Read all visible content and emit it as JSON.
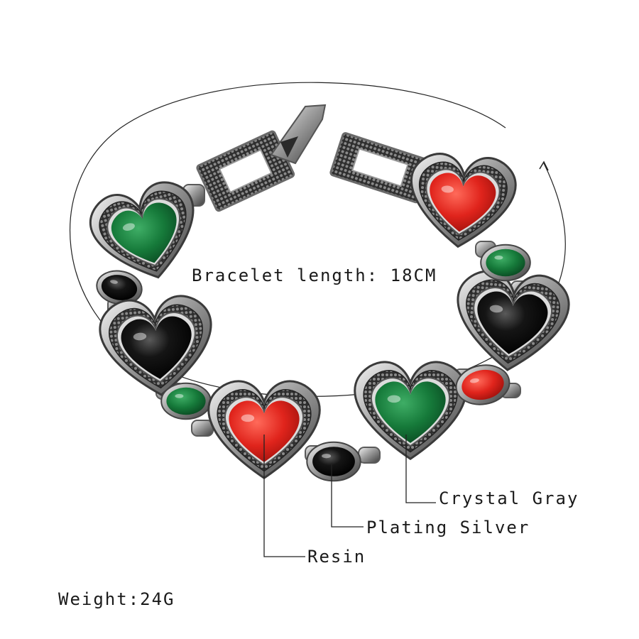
{
  "product": {
    "length_label": "Bracelet length: 18CM",
    "weight_label": "Weight:24G"
  },
  "callouts": {
    "crystal": "Crystal Gray",
    "plating": "Plating Silver",
    "resin": "Resin"
  },
  "colors": {
    "resin_red": "#e0241c",
    "resin_green": "#167a3a",
    "resin_black": "#0d0d0d",
    "silver": "#b9b9b9",
    "silver_dark": "#4a4a4a",
    "crystal_gray": "#3a3a3a"
  },
  "stones": [
    {
      "shape": "heart",
      "color": "green"
    },
    {
      "shape": "oval",
      "color": "black"
    },
    {
      "shape": "heart",
      "color": "black"
    },
    {
      "shape": "oval",
      "color": "green"
    },
    {
      "shape": "heart",
      "color": "red"
    },
    {
      "shape": "oval",
      "color": "black"
    },
    {
      "shape": "heart",
      "color": "green"
    },
    {
      "shape": "oval",
      "color": "red"
    },
    {
      "shape": "heart",
      "color": "black"
    },
    {
      "shape": "oval",
      "color": "green"
    },
    {
      "shape": "heart",
      "color": "red"
    }
  ]
}
